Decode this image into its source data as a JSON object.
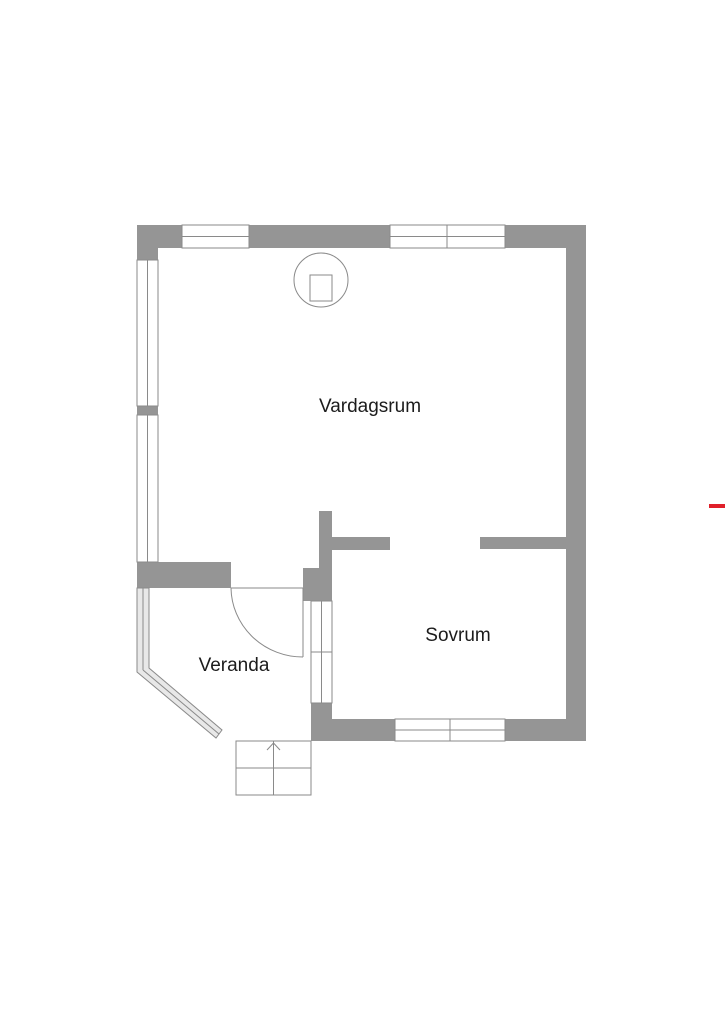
{
  "rooms": {
    "living": "Vardagsrum",
    "bedroom": "Sovrum",
    "porch": "Veranda"
  },
  "colors": {
    "wall": "#959595",
    "line": "#8a8a8a",
    "marker": "#e0202a",
    "background": "#ffffff"
  },
  "icons": {
    "stove": "round-fireplace-icon",
    "entry": "entry-arrow-icon"
  }
}
